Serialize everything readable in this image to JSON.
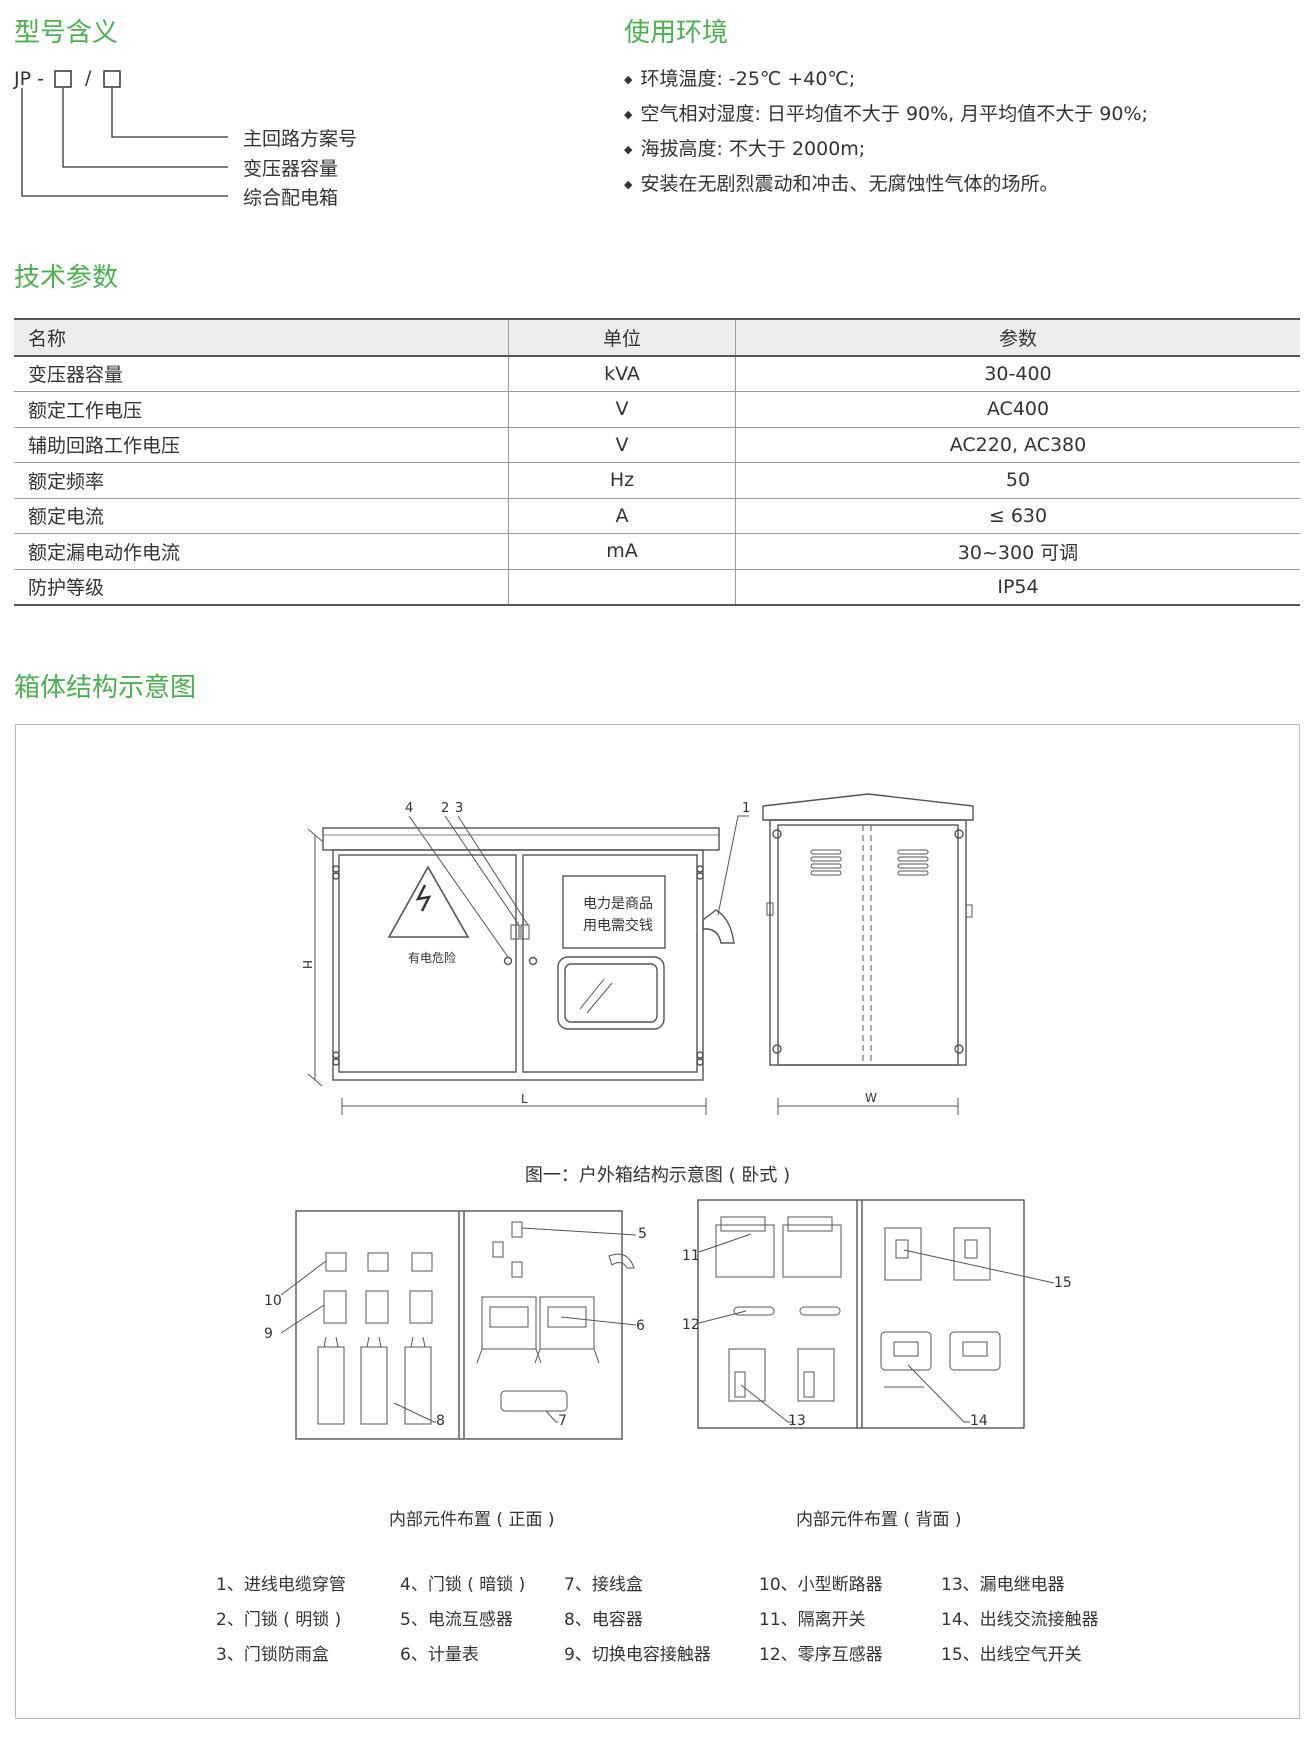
{
  "model_section": {
    "title": "型号含义",
    "code_prefix": "JP -",
    "slash": "/",
    "labels": [
      "主回路方案号",
      "变压器容量",
      "综合配电箱"
    ]
  },
  "env_section": {
    "title": "使用环境",
    "items": [
      "环境温度: -25℃ +40℃;",
      "空气相对湿度: 日平均值不大于 90%, 月平均值不大于 90%;",
      "海拔高度: 不大于 2000m;",
      "安装在无剧烈震动和冲击、无腐蚀性气体的场所。"
    ]
  },
  "tech_section": {
    "title": "技术参数",
    "headers": [
      "名称",
      "单位",
      "参数"
    ],
    "rows": [
      [
        "变压器容量",
        "kVA",
        "30-400"
      ],
      [
        "额定工作电压",
        "V",
        "AC400"
      ],
      [
        "辅助回路工作电压",
        "V",
        "AC220, AC380"
      ],
      [
        "额定频率",
        "Hz",
        "50"
      ],
      [
        "额定电流",
        "A",
        "≤ 630"
      ],
      [
        "额定漏电动作电流",
        "mA",
        "30~300 可调"
      ],
      [
        "防护等级",
        "",
        "IP54"
      ]
    ]
  },
  "structure_section": {
    "title": "箱体结构示意图",
    "figure1_caption": "图一：户外箱结构示意图 ( 卧式 )",
    "warning_text": "有电危险",
    "notice_line1": "电力是商品",
    "notice_line2": "用电需交钱",
    "dim_h": "H",
    "dim_l": "L",
    "dim_w": "W",
    "front_callouts": [
      "4",
      "2",
      "3",
      "1"
    ],
    "layout_front_caption": "内部元件布置 ( 正面 )",
    "layout_back_caption": "内部元件布置 ( 背面 )",
    "front_layout_callouts": [
      "5",
      "10",
      "9",
      "6",
      "8",
      "7"
    ],
    "back_layout_callouts": [
      "11",
      "15",
      "12",
      "13",
      "14"
    ],
    "legend": [
      [
        "1、进线电缆穿管",
        "2、门锁 ( 明锁 )",
        "3、门锁防雨盒"
      ],
      [
        "4、门锁 ( 暗锁 )",
        "5、电流互感器",
        "6、计量表"
      ],
      [
        "7、接线盒",
        "8、电容器",
        "9、切换电容接触器"
      ],
      [
        "10、小型断路器",
        "11、隔离开关",
        "12、零序互感器"
      ],
      [
        "13、漏电继电器",
        "14、出线交流接触器",
        "15、出线空气开关"
      ]
    ]
  }
}
